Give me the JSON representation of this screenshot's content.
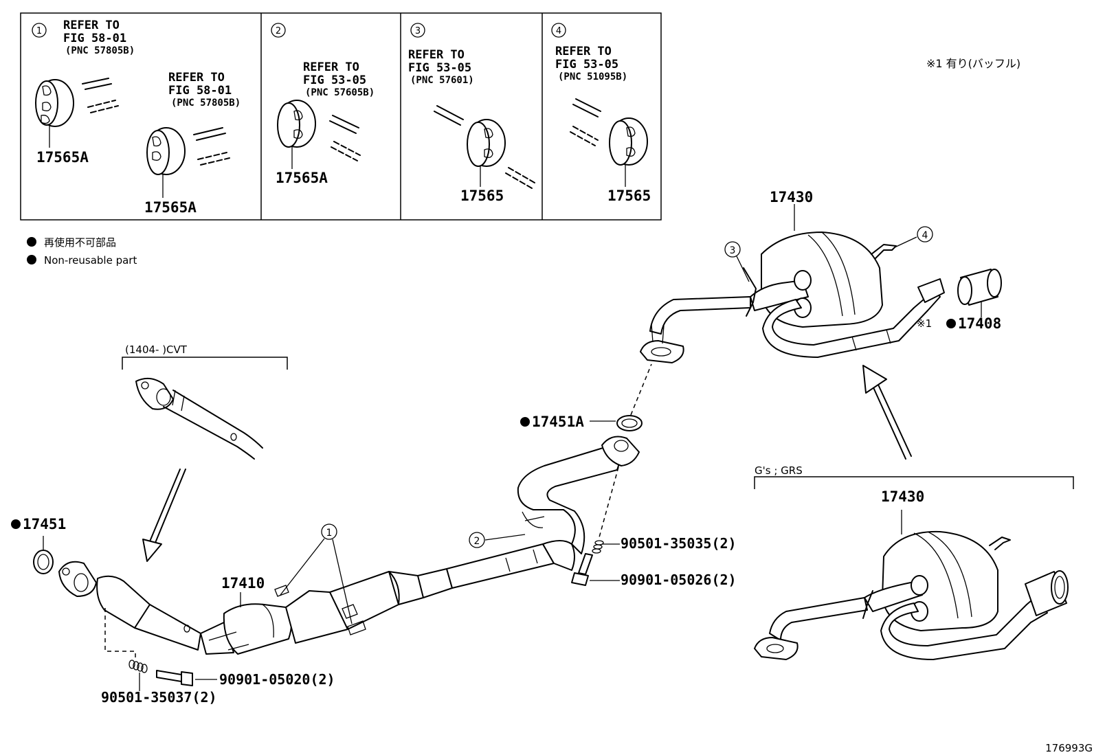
{
  "panels": [
    {
      "circle": "1",
      "refs": [
        {
          "line1": "REFER TO",
          "line2": "FIG 58-01",
          "line3": "(PNC 57805B)"
        },
        {
          "line1": "REFER TO",
          "line2": "FIG 58-01",
          "line3": "(PNC 57805B)"
        }
      ],
      "parts": [
        "17565A",
        "17565A"
      ]
    },
    {
      "circle": "2",
      "refs": [
        {
          "line1": "REFER TO",
          "line2": "FIG 53-05",
          "line3": "(PNC 57605B)"
        }
      ],
      "parts": [
        "17565A"
      ]
    },
    {
      "circle": "3",
      "refs": [
        {
          "line1": "REFER TO",
          "line2": "FIG 53-05",
          "line3": "(PNC 57601)"
        }
      ],
      "parts": [
        "17565"
      ]
    },
    {
      "circle": "4",
      "refs": [
        {
          "line1": "REFER TO",
          "line2": "FIG 53-05",
          "line3": "(PNC 51095B)"
        }
      ],
      "parts": [
        "17565"
      ]
    }
  ],
  "legend": {
    "jp": "再使用不可部品",
    "en": "Non-reusable part"
  },
  "note": "※1  有り(バッフル)",
  "cvt_label": "(1404-       )CVT",
  "gs_label": "G's ; GRS",
  "parts": {
    "p17430_top": "17430",
    "p17430_bottom": "17430",
    "p17408": "17408",
    "p17408_prefix": "※1",
    "p17451A": "17451A",
    "p17451": "17451",
    "p17410": "17410",
    "p90501_35035": "90501-35035(2)",
    "p90901_05026": "90901-05026(2)",
    "p90901_05020": "90901-05020(2)",
    "p90501_35037": "90501-35037(2)"
  },
  "callouts": {
    "c1": "1",
    "c2": "2",
    "c3": "3",
    "c4": "4"
  },
  "figure_id": "176993G"
}
